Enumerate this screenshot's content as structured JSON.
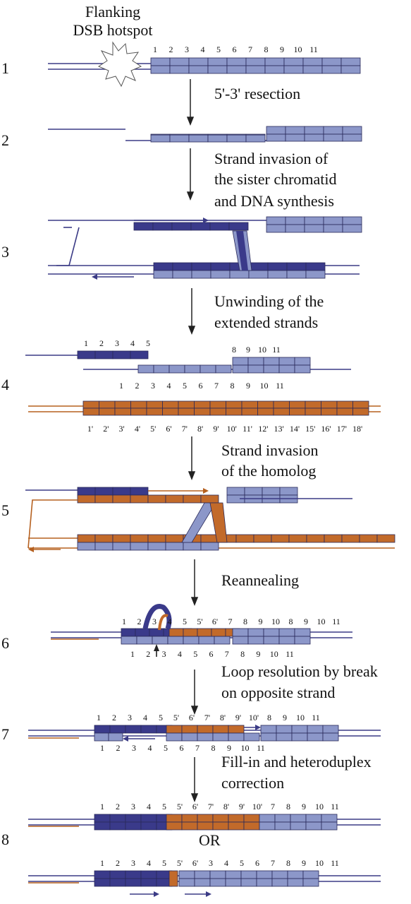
{
  "header": {
    "line1": "Flanking",
    "line2": "DSB hotspot"
  },
  "colors": {
    "light": "#8c97c9",
    "dark": "#3a3a8a",
    "orange": "#c26a2a",
    "line": "#3b3b86",
    "orangeLine": "#b5601f",
    "border": "#2a2a5a"
  },
  "steps": [
    "1",
    "2",
    "3",
    "4",
    "5",
    "6",
    "7",
    "8"
  ],
  "labels": {
    "s1": "5'-3' resection",
    "s2a": "Strand invasion of",
    "s2b": "the sister chromatid",
    "s2c": "and DNA synthesis",
    "s3a": "Unwinding of the",
    "s3b": "extended strands",
    "s4a": "Strand invasion",
    "s4b": "of the homolog",
    "s5": "Reannealing",
    "s6a": "Loop resolution by break",
    "s6b": "on opposite strand",
    "s7a": "Fill-in and heteroduplex",
    "s7b": "correction",
    "or": "OR"
  },
  "numbers": {
    "row1": [
      "1",
      "2",
      "3",
      "4",
      "5",
      "6",
      "7",
      "8",
      "9",
      "10",
      "11"
    ],
    "row4a": [
      "1",
      "2",
      "3",
      "4",
      "5"
    ],
    "row4b": [
      "8",
      "9",
      "10",
      "11"
    ],
    "row4c": [
      "1",
      "2",
      "3",
      "4",
      "5",
      "6",
      "7",
      "8",
      "9",
      "10",
      "11"
    ],
    "row4prime": [
      "1'",
      "2'",
      "3'",
      "4'",
      "5'",
      "6'",
      "7'",
      "8'",
      "9'",
      "10'",
      "11'",
      "12'",
      "13'",
      "14'",
      "15'",
      "16'",
      "17'",
      "18'"
    ],
    "row6top": [
      "1",
      "2",
      "3",
      "4",
      "5",
      "5'",
      "6'",
      "7",
      "8",
      "9",
      "10",
      "8",
      "9",
      "10",
      "11"
    ],
    "row6bot": [
      "1",
      "2",
      "3",
      "4",
      "5",
      "6",
      "7",
      "8",
      "9",
      "10",
      "11"
    ],
    "row7top": [
      "1",
      "2",
      "3",
      "4",
      "5",
      "5'",
      "6'",
      "7'",
      "8'",
      "9'",
      "10'",
      "8",
      "9",
      "10",
      "11"
    ],
    "row7bot": [
      "1",
      "2",
      "3",
      "4",
      "5",
      "6",
      "7",
      "8",
      "9",
      "10",
      "11"
    ],
    "row8a": [
      "1",
      "2",
      "3",
      "4",
      "5",
      "5'",
      "6'",
      "7'",
      "8'",
      "9'",
      "10'",
      "7",
      "8",
      "9",
      "10",
      "11"
    ],
    "row8b": [
      "1",
      "2",
      "3",
      "4",
      "5",
      "5'",
      "6'",
      "3",
      "4",
      "5",
      "6",
      "7",
      "8",
      "9",
      "10",
      "11"
    ]
  }
}
